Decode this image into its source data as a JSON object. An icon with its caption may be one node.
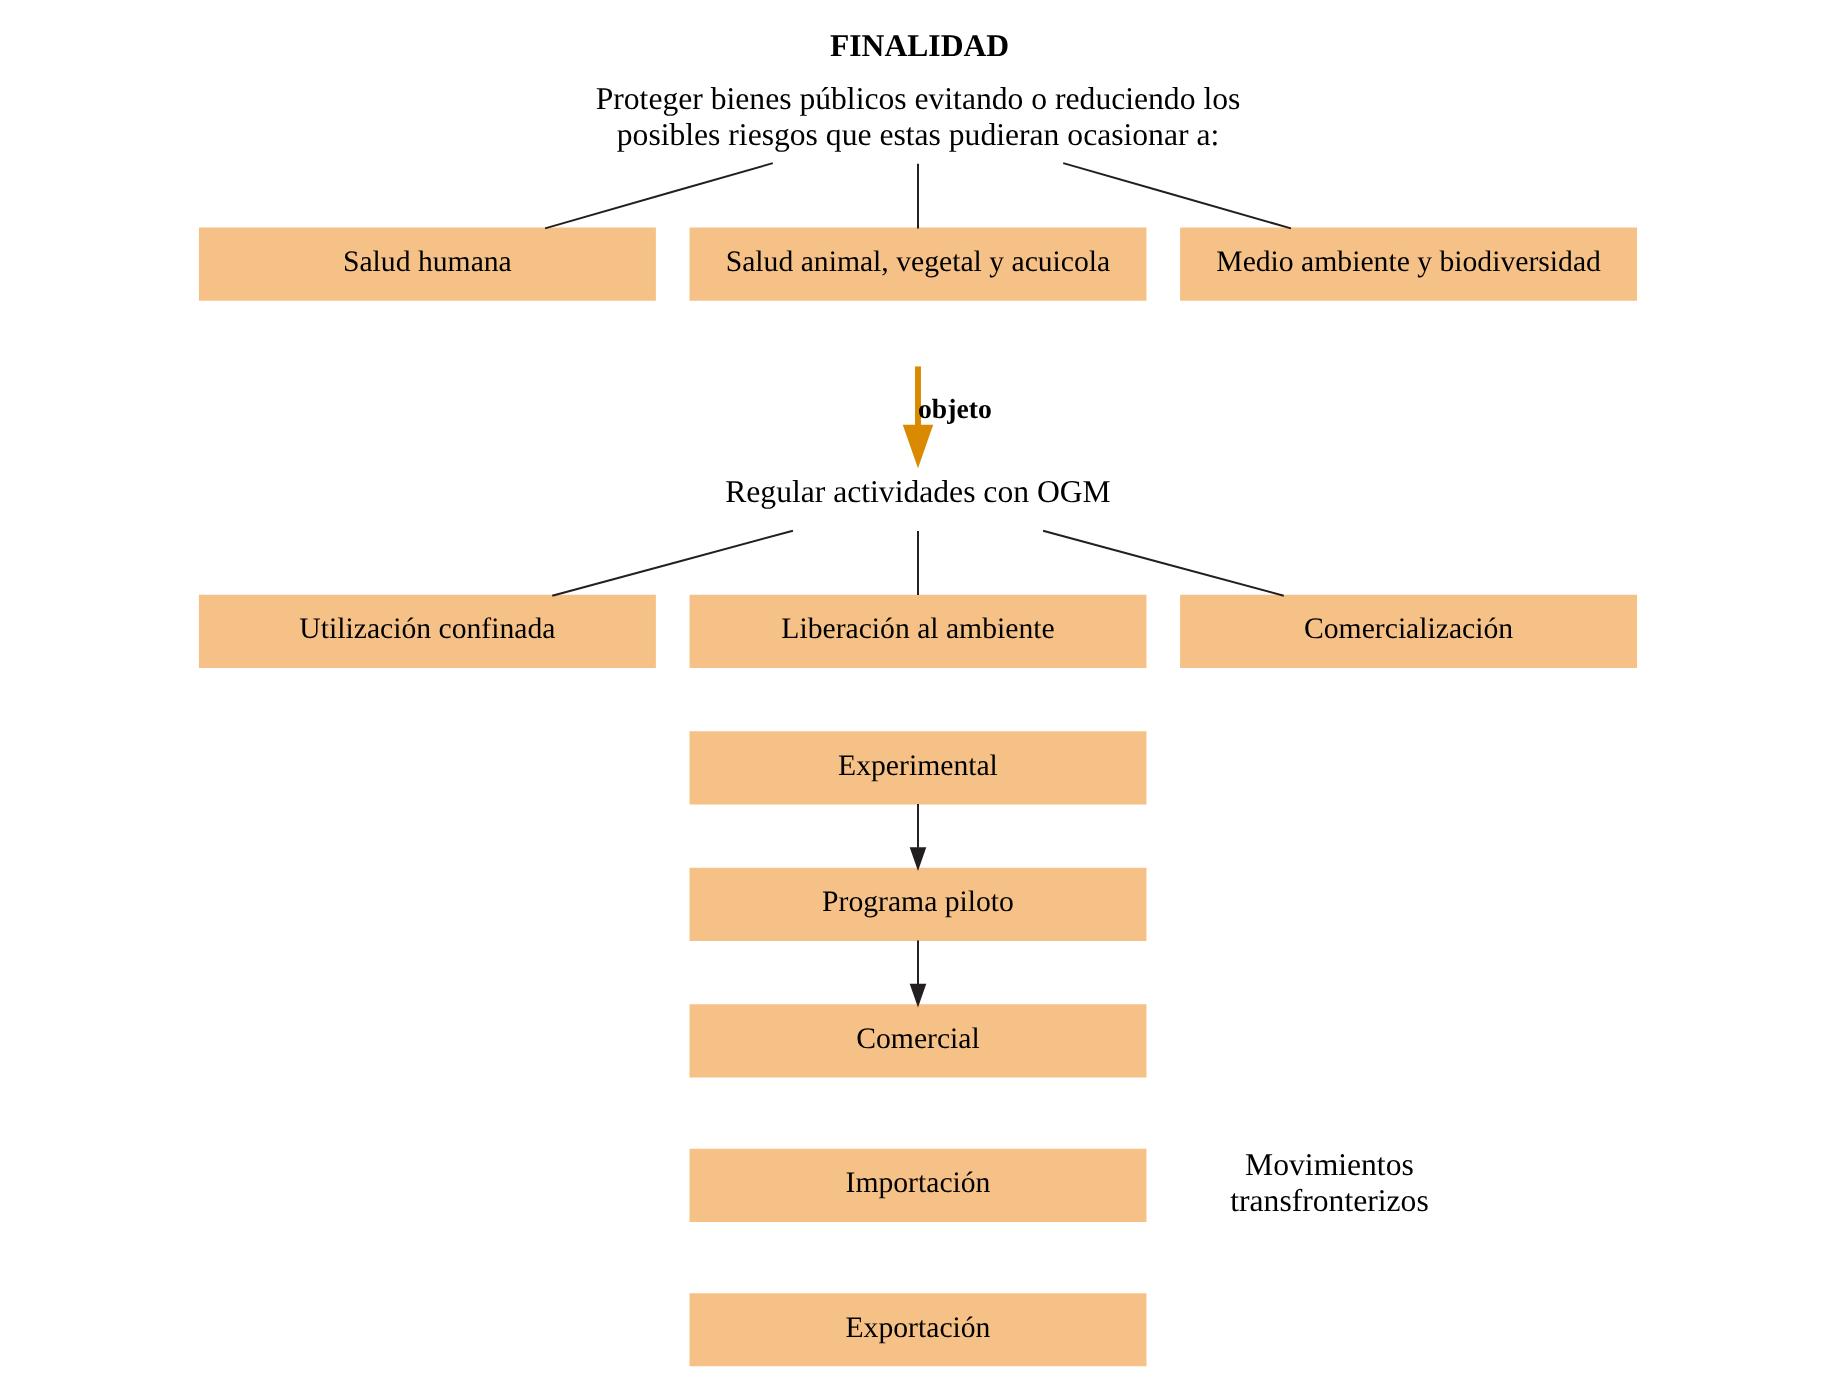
{
  "diagram": {
    "title": "FINALIDAD",
    "nodes": [
      {
        "text": [
          "Proteger bienes públicos evitando o reduciendo los posibles riesgos que estas pudieran ocasionar a:"
        ]
      },
      {
        "text": [
          "Salud humana"
        ]
      },
      {
        "text": [
          "Salud animal, vegetal y acuicola"
        ]
      },
      {
        "text": [
          "Medio ambiente y biodiversidad"
        ]
      },
      {
        "text": [
          "Regular actividades con OGM"
        ]
      },
      {
        "text": [
          "Utilización confinada"
        ]
      },
      {
        "text": [
          "Liberación al ambiente"
        ]
      },
      {
        "text": [
          "Comercialización"
        ]
      },
      {
        "text": [
          "Experimental"
        ]
      },
      {
        "text": [
          "Programa piloto"
        ]
      },
      {
        "text": [
          "Comercial"
        ]
      },
      {
        "text": [
          "Importación"
        ]
      },
      {
        "text": [
          "Exportación"
        ]
      }
    ],
    "edges": [
      {
        "from": 0,
        "to": 1,
        "arrow": "none"
      },
      {
        "from": 0,
        "to": 2,
        "arrow": "none"
      },
      {
        "from": 0,
        "to": 3,
        "arrow": "none"
      },
      {
        "from": null,
        "to": 4,
        "arrow": "to",
        "label": "objeto",
        "style": "thick",
        "color": "#d98a00"
      },
      {
        "from": 4,
        "to": 5,
        "arrow": "none"
      },
      {
        "from": 4,
        "to": 6,
        "arrow": "none"
      },
      {
        "from": 4,
        "to": 7,
        "arrow": "none"
      },
      {
        "from": 8,
        "to": 9,
        "arrow": "to"
      },
      {
        "from": 9,
        "to": 10,
        "arrow": "to"
      }
    ],
    "labels": [
      "Movimientos transfronterizos"
    ]
  }
}
